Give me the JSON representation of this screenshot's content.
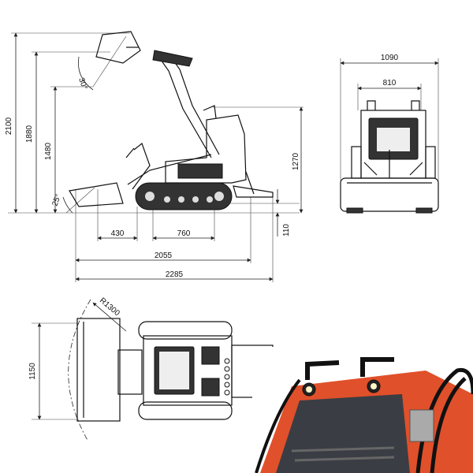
{
  "side_view": {
    "dims": {
      "overall_height": "2100",
      "pin_height": "1880",
      "dump_height": "1480",
      "machine_height": "1270",
      "ground_clearance": "110",
      "front_overhang": "430",
      "track_length": "760",
      "length_no_bucket": "2055",
      "overall_length": "2285"
    },
    "angles": {
      "dump_angle": "30°",
      "rollback_angle": "25°"
    }
  },
  "rear_view": {
    "dims": {
      "overall_width": "1090",
      "track_width": "810"
    }
  },
  "top_view": {
    "dims": {
      "turning_radius": "R1300",
      "bucket_width": "1150"
    }
  },
  "photo": {
    "body_color": "#e0502a",
    "panel_color": "#3a3d44"
  }
}
